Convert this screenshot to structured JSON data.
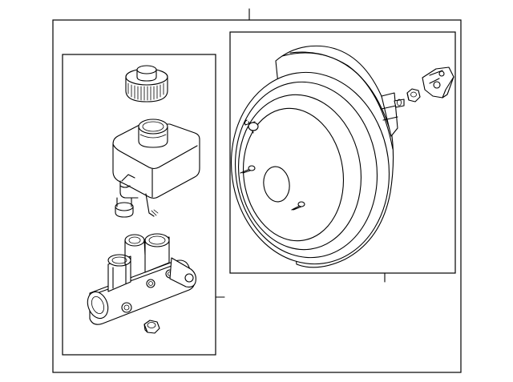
{
  "diagram": {
    "type": "exploded-parts-diagram",
    "background_color": "#ffffff",
    "line_color": "#000000",
    "groups": [
      {
        "name": "master-cylinder-assembly",
        "parts": [
          "reservoir-cap-icon",
          "fluid-reservoir-icon",
          "master-cylinder-icon",
          "nut-icon"
        ]
      },
      {
        "name": "brake-booster-assembly",
        "parts": [
          "brake-booster-icon",
          "booster-nut-icon",
          "clevis-bracket-icon"
        ]
      }
    ],
    "callouts": [
      "callout-assembly",
      "callout-master-cylinder-group",
      "callout-booster-group"
    ]
  }
}
